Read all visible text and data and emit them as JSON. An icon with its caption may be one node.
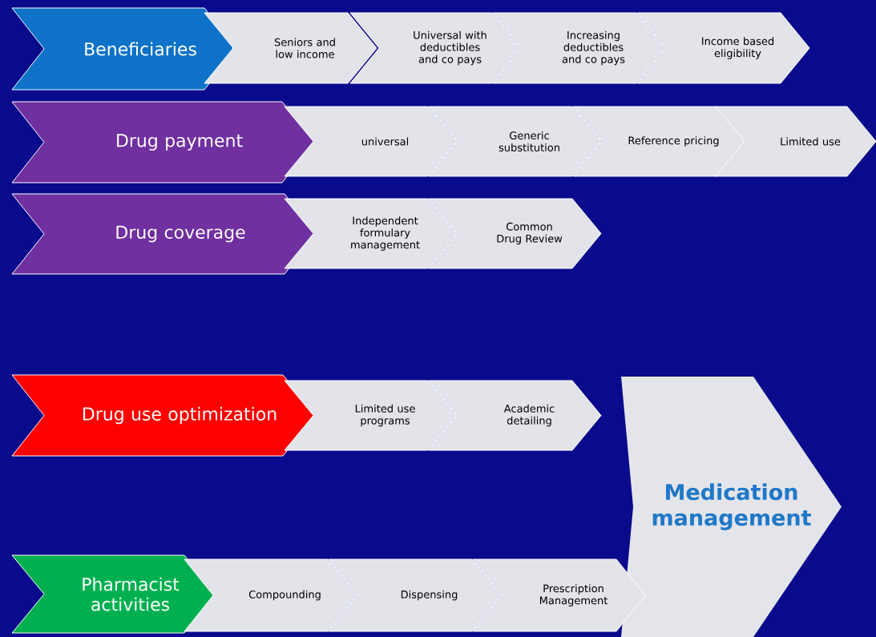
{
  "diagram": {
    "nodes": [
      {
        "text": [
          "Beneficiaries"
        ]
      },
      {
        "text": [
          "Seniors and low income"
        ]
      },
      {
        "text": [
          "Universal with deductibles and co pays"
        ]
      },
      {
        "text": [
          "Increasing deductibles and co pays"
        ]
      },
      {
        "text": [
          "Income based eligibility"
        ]
      },
      {
        "text": [
          "Drug payment"
        ]
      },
      {
        "text": [
          "universal"
        ]
      },
      {
        "text": [
          "Generic substitution"
        ]
      },
      {
        "text": [
          "Reference pricing"
        ]
      },
      {
        "text": [
          "Limited use"
        ]
      },
      {
        "text": [
          "Drug coverage"
        ]
      },
      {
        "text": [
          "Independent formulary management"
        ]
      },
      {
        "text": [
          "Common Drug Review"
        ]
      },
      {
        "text": [
          "Drug use optimization"
        ]
      },
      {
        "text": [
          "Limited use programs"
        ]
      },
      {
        "text": [
          "Academic detailing"
        ]
      },
      {
        "text": [
          "Medication management"
        ]
      },
      {
        "text": [
          "Pharmacist activities"
        ]
      },
      {
        "text": [
          "Compounding"
        ]
      },
      {
        "text": [
          "Dispensing"
        ]
      },
      {
        "text": [
          "Prescription Management"
        ]
      }
    ]
  }
}
